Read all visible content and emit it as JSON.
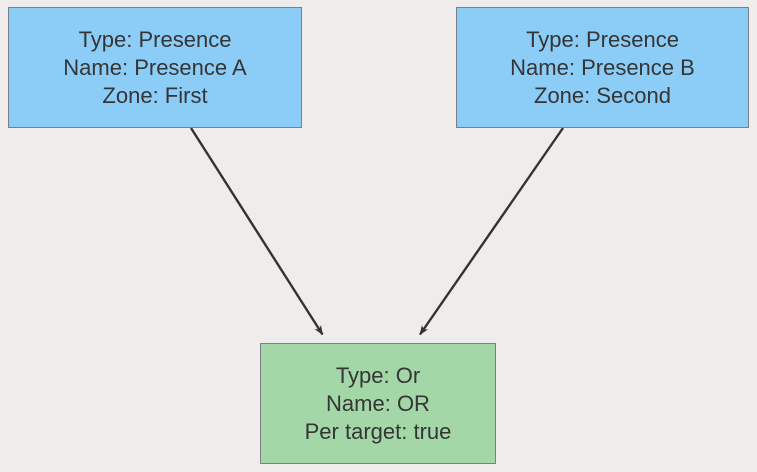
{
  "diagram": {
    "type": "flowchart",
    "background_color": "#eeedeb",
    "nodes": [
      {
        "id": "presence-a",
        "shape": "rectangle",
        "fill_color": "#8ccdf7",
        "border_color": "#7b7f86",
        "text_color": "#353535",
        "lines": [
          "Type: Presence",
          "Name: Presence A",
          "Zone: First"
        ],
        "fields": {
          "Type": "Presence",
          "Name": "Presence A",
          "Zone": "First"
        }
      },
      {
        "id": "presence-b",
        "shape": "rectangle",
        "fill_color": "#8ccdf7",
        "border_color": "#7b7f86",
        "text_color": "#353535",
        "lines": [
          "Type: Presence",
          "Name: Presence B",
          "Zone: Second"
        ],
        "fields": {
          "Type": "Presence",
          "Name": "Presence B",
          "Zone": "Second"
        }
      },
      {
        "id": "or",
        "shape": "rectangle",
        "fill_color": "#a4d7a7",
        "border_color": "#7b7f86",
        "text_color": "#353535",
        "lines": [
          "Type: Or",
          "Name: OR",
          "Per target: true"
        ],
        "fields": {
          "Type": "Or",
          "Name": "OR",
          "Per target": "true"
        }
      }
    ],
    "edges": [
      {
        "id": "presence-a-to-or",
        "from": "presence-a",
        "to": "or",
        "label": "",
        "arrowhead": "filled-triangle",
        "color": "#333333"
      },
      {
        "id": "presence-b-to-or",
        "from": "presence-b",
        "to": "or",
        "label": "",
        "arrowhead": "filled-triangle",
        "color": "#333333"
      }
    ]
  }
}
